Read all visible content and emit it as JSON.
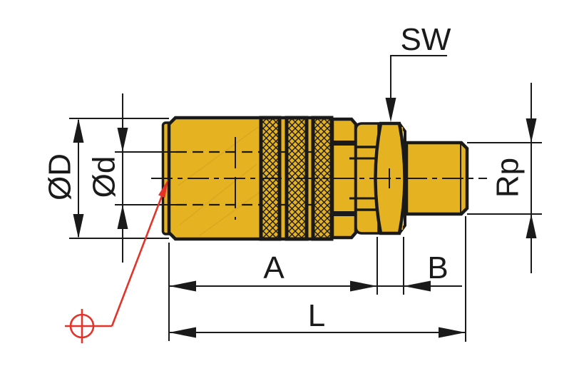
{
  "drawing": {
    "type": "technical-dimension-drawing",
    "subject": "quick-release coupling with male thread",
    "background_color": "#FFFFFF",
    "part_color": "#E5B322",
    "line_color": "#1A1A1A",
    "marker_color": "#E6332A",
    "labels": {
      "wrench_size": "SW",
      "outer_diameter": "ØD",
      "inner_diameter": "Ød",
      "thread_size": "Rp",
      "dim_a": "A",
      "dim_b": "B",
      "dim_overall_length": "L"
    }
  }
}
